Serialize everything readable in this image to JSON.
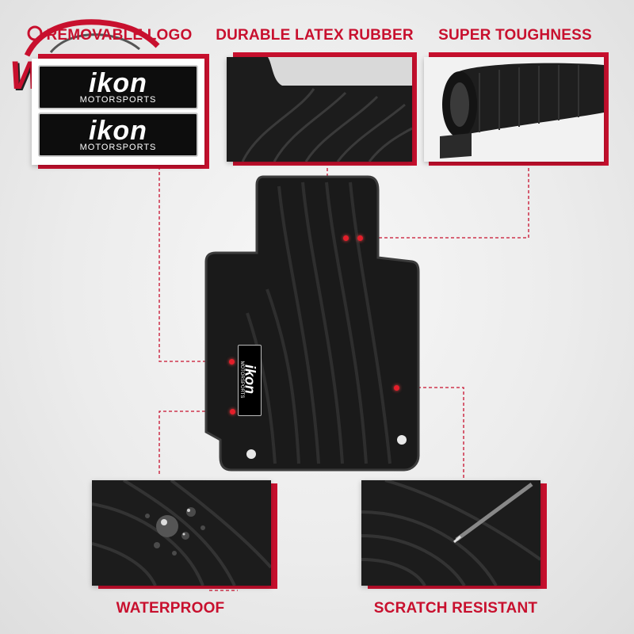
{
  "brand": {
    "wordmark": "WKD"
  },
  "features": {
    "removable_logo": "REMOVABLE LOGO",
    "durable_latex": "DURABLE LATEX RUBBER",
    "super_toughness": "SUPER TOUGHNESS",
    "waterproof": "WATERPROOF",
    "scratch_resistant": "SCRATCH RESISTANT"
  },
  "logo_badges": [
    {
      "name": "ikon",
      "sub": "MOTORSPORTS"
    },
    {
      "name": "ikon",
      "sub": "MOTORSPORTS"
    }
  ],
  "mat_badge": {
    "name": "ikon",
    "sub": "MOTORSPORTS"
  },
  "colors": {
    "accent": "#c8102e",
    "mat": "#1a1a1a",
    "background": "#ececec"
  }
}
